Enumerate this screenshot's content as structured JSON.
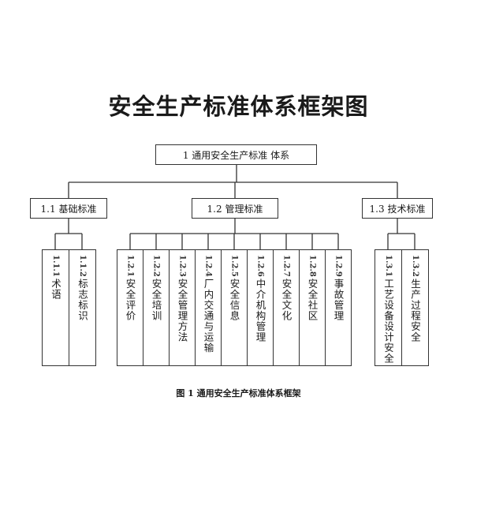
{
  "title": "安全生产标准体系框架图",
  "root": {
    "label": "1 通用安全生产标准 体系"
  },
  "categories": [
    {
      "label": "1.1 基础标准",
      "leaves": [
        {
          "code": "1.1.1",
          "label": "术语"
        },
        {
          "code": "1.1.2",
          "label": "标志标识"
        }
      ]
    },
    {
      "label": "1.2 管理标准",
      "leaves": [
        {
          "code": "1.2.1",
          "label": "安全评价"
        },
        {
          "code": "1.2.2",
          "label": "安全培训"
        },
        {
          "code": "1.2.3",
          "label": "安全管理方法"
        },
        {
          "code": "1.2.4",
          "label": "厂内交通与运输"
        },
        {
          "code": "1.2.5",
          "label": "安全信息"
        },
        {
          "code": "1.2.6",
          "label": "中介机构管理"
        },
        {
          "code": "1.2.7",
          "label": "安全文化"
        },
        {
          "code": "1.2.8",
          "label": "安全社区"
        },
        {
          "code": "1.2.9",
          "label": "事故管理"
        }
      ]
    },
    {
      "label": "1.3 技术标准",
      "leaves": [
        {
          "code": "1.3.1",
          "label": "工艺设备设计安全"
        },
        {
          "code": "1.3.2",
          "label": "生产过程安全"
        }
      ]
    }
  ],
  "caption": "图 1  通用安全生产标准体系框架"
}
